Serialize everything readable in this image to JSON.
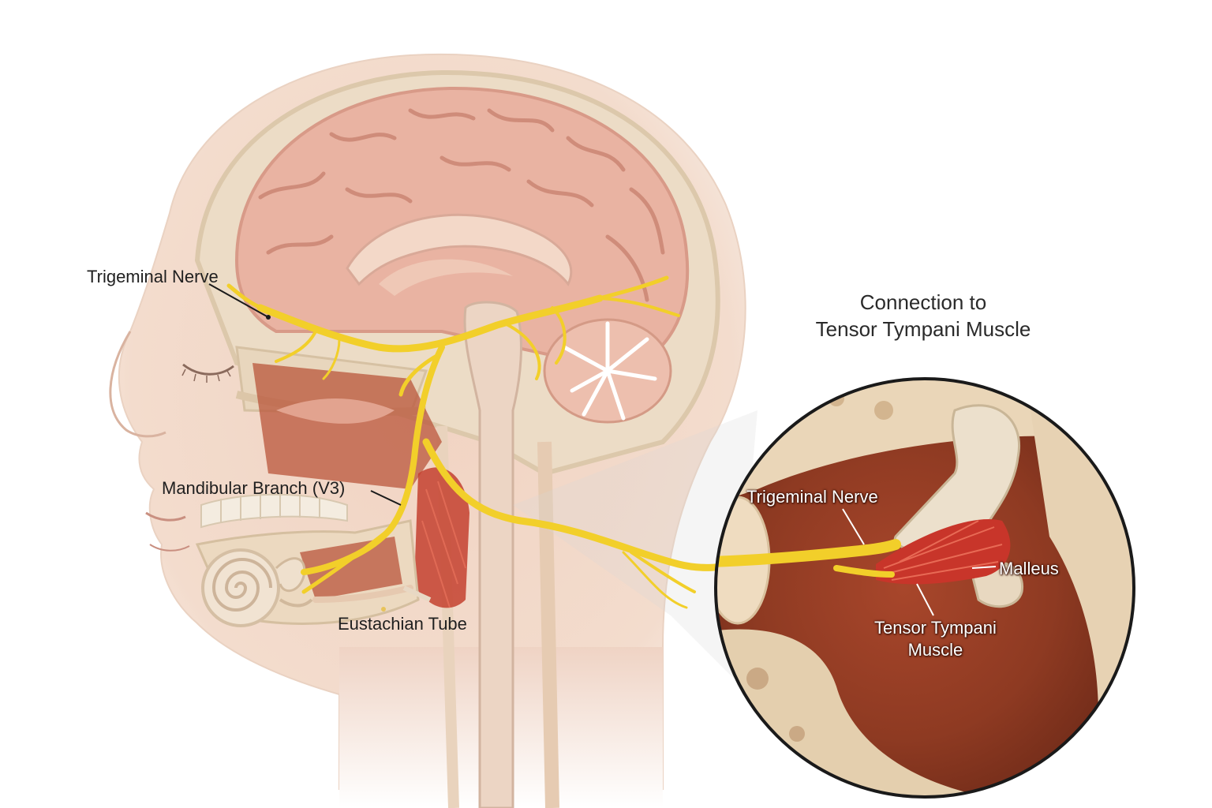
{
  "labels": {
    "trigeminal_nerve": "Trigeminal Nerve",
    "mandibular_branch": "Mandibular Branch (V3)",
    "eustachian_tube": "Eustachian Tube"
  },
  "inset": {
    "title_line1": "Connection to",
    "title_line2": "Tensor Tympani Muscle",
    "trigeminal_nerve": "Trigeminal Nerve",
    "malleus": "Malleus",
    "tensor_tympani_line1": "Tensor Tympani",
    "tensor_tympani_line2": "Muscle"
  },
  "colors": {
    "nerve": "#f2cf2a",
    "brain": "#e8b5a3",
    "skin": "#f3d9c8",
    "bone": "#ead8bf",
    "muscle": "#c8352a",
    "cavity": "#9a3a22"
  }
}
